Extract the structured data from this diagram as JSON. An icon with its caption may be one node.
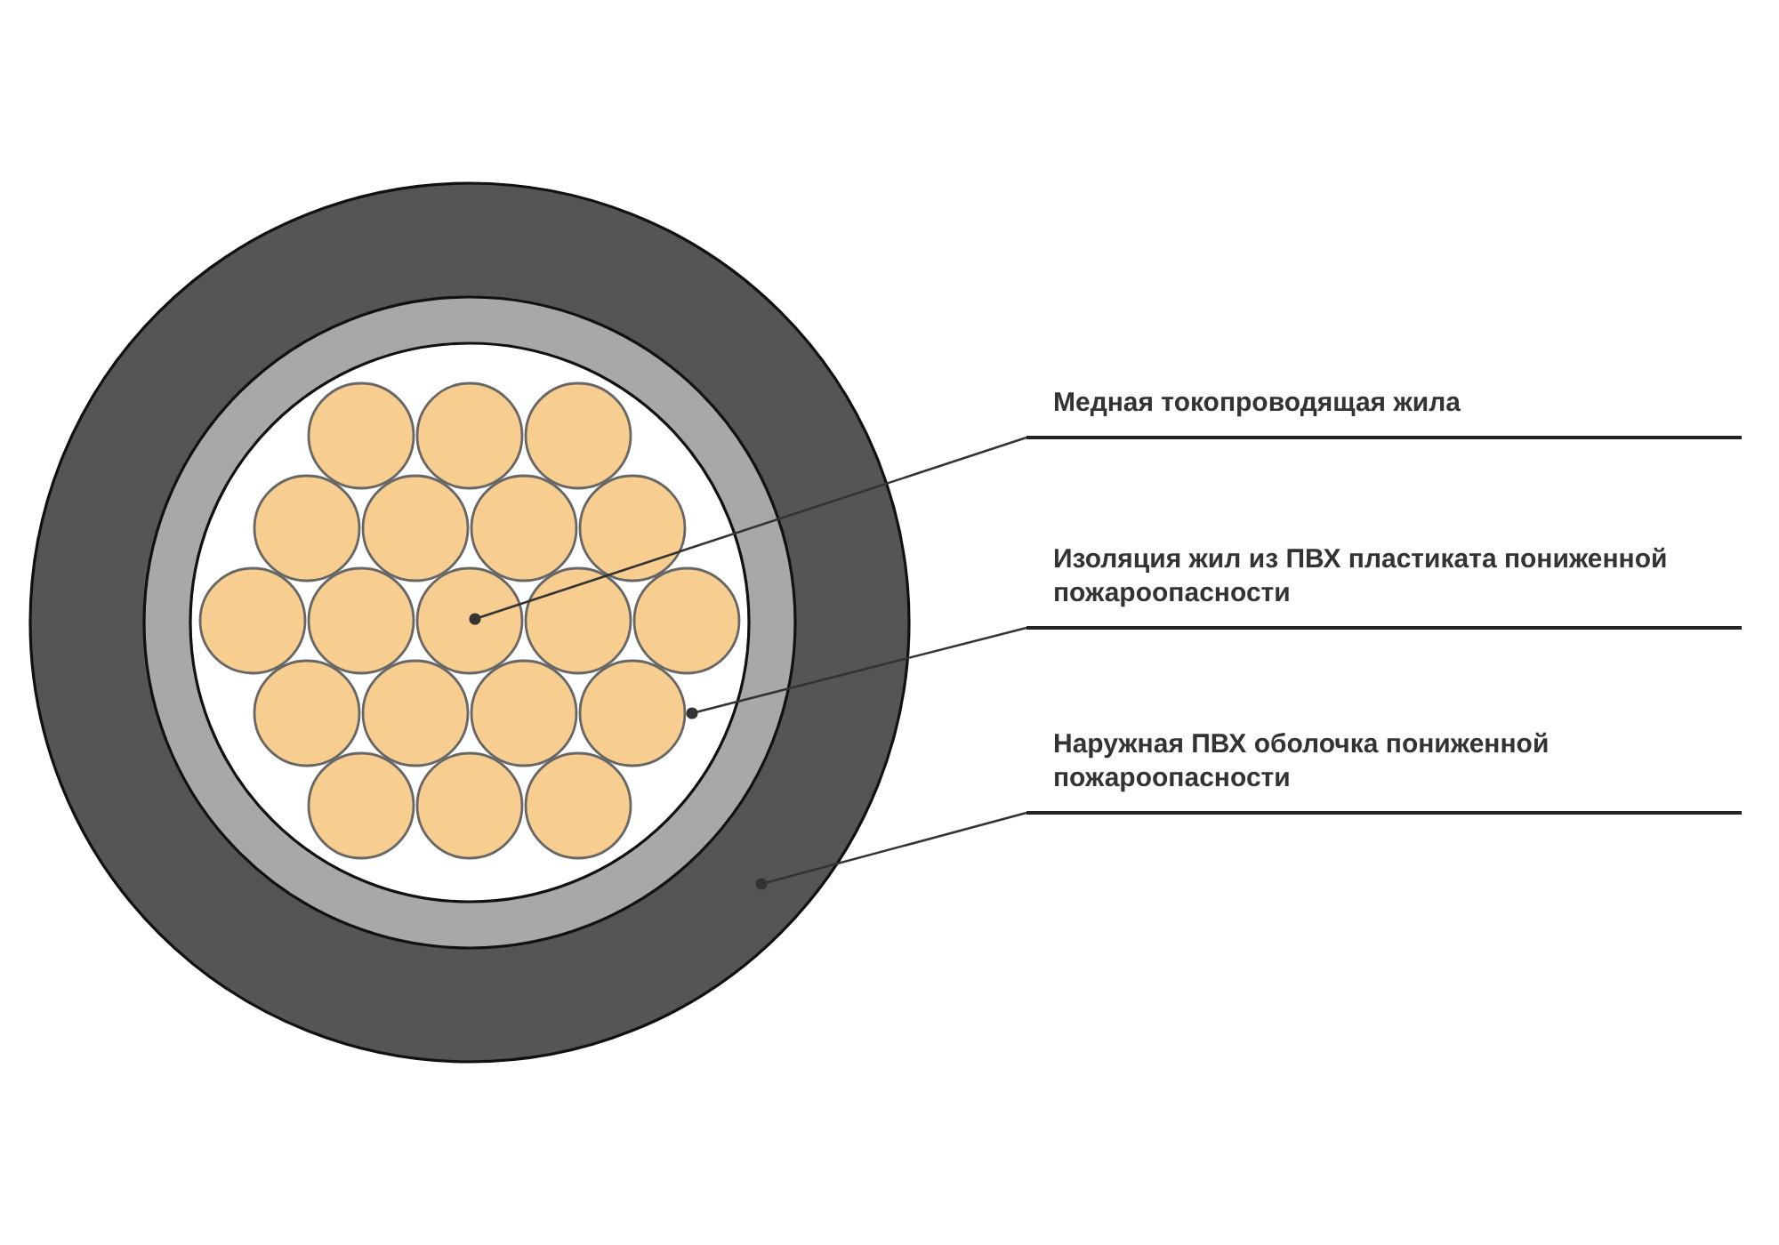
{
  "diagram": {
    "nodes": [
      {
        "text": [],
        "shape": "circle"
      },
      {
        "text": [],
        "shape": "circle",
        "in": 0
      },
      {
        "text": [],
        "shape": "circle",
        "in": 1
      },
      {
        "text": [],
        "shape": "circle",
        "in": 1
      },
      {
        "text": [],
        "shape": "circle",
        "in": 1
      },
      {
        "text": [],
        "shape": "circle",
        "in": 1
      },
      {
        "text": [],
        "shape": "circle",
        "in": 1
      },
      {
        "text": [],
        "shape": "circle",
        "in": 1
      },
      {
        "text": [],
        "shape": "circle",
        "in": 1
      },
      {
        "text": [],
        "shape": "circle",
        "in": 1
      },
      {
        "text": [],
        "shape": "circle",
        "in": 1
      },
      {
        "text": [],
        "shape": "circle",
        "in": 1
      },
      {
        "text": [],
        "shape": "circle",
        "in": 1
      },
      {
        "text": [],
        "shape": "circle",
        "in": 1
      },
      {
        "text": [],
        "shape": "circle",
        "in": 1
      },
      {
        "text": [],
        "shape": "circle",
        "in": 1
      },
      {
        "text": [],
        "shape": "circle",
        "in": 1
      },
      {
        "text": [],
        "shape": "circle",
        "in": 1
      },
      {
        "text": [],
        "shape": "circle",
        "in": 1
      },
      {
        "text": [],
        "shape": "circle",
        "in": 1
      },
      {
        "text": [],
        "shape": "circle",
        "in": 1
      },
      {
        "text": [
          "Медная токопроводящая жила"
        ]
      },
      {
        "text": [
          "Изоляция жил из ПВХ пластиката пониженной пожароопасности"
        ]
      },
      {
        "text": [
          "Наружная ПВХ оболочка пониженной пожароопасности"
        ]
      }
    ],
    "edges": [
      {
        "from": 21,
        "to": 11,
        "arrow": "other"
      },
      {
        "from": 22,
        "to": 1,
        "arrow": "other"
      },
      {
        "from": 23,
        "to": 0,
        "arrow": "other"
      }
    ]
  }
}
